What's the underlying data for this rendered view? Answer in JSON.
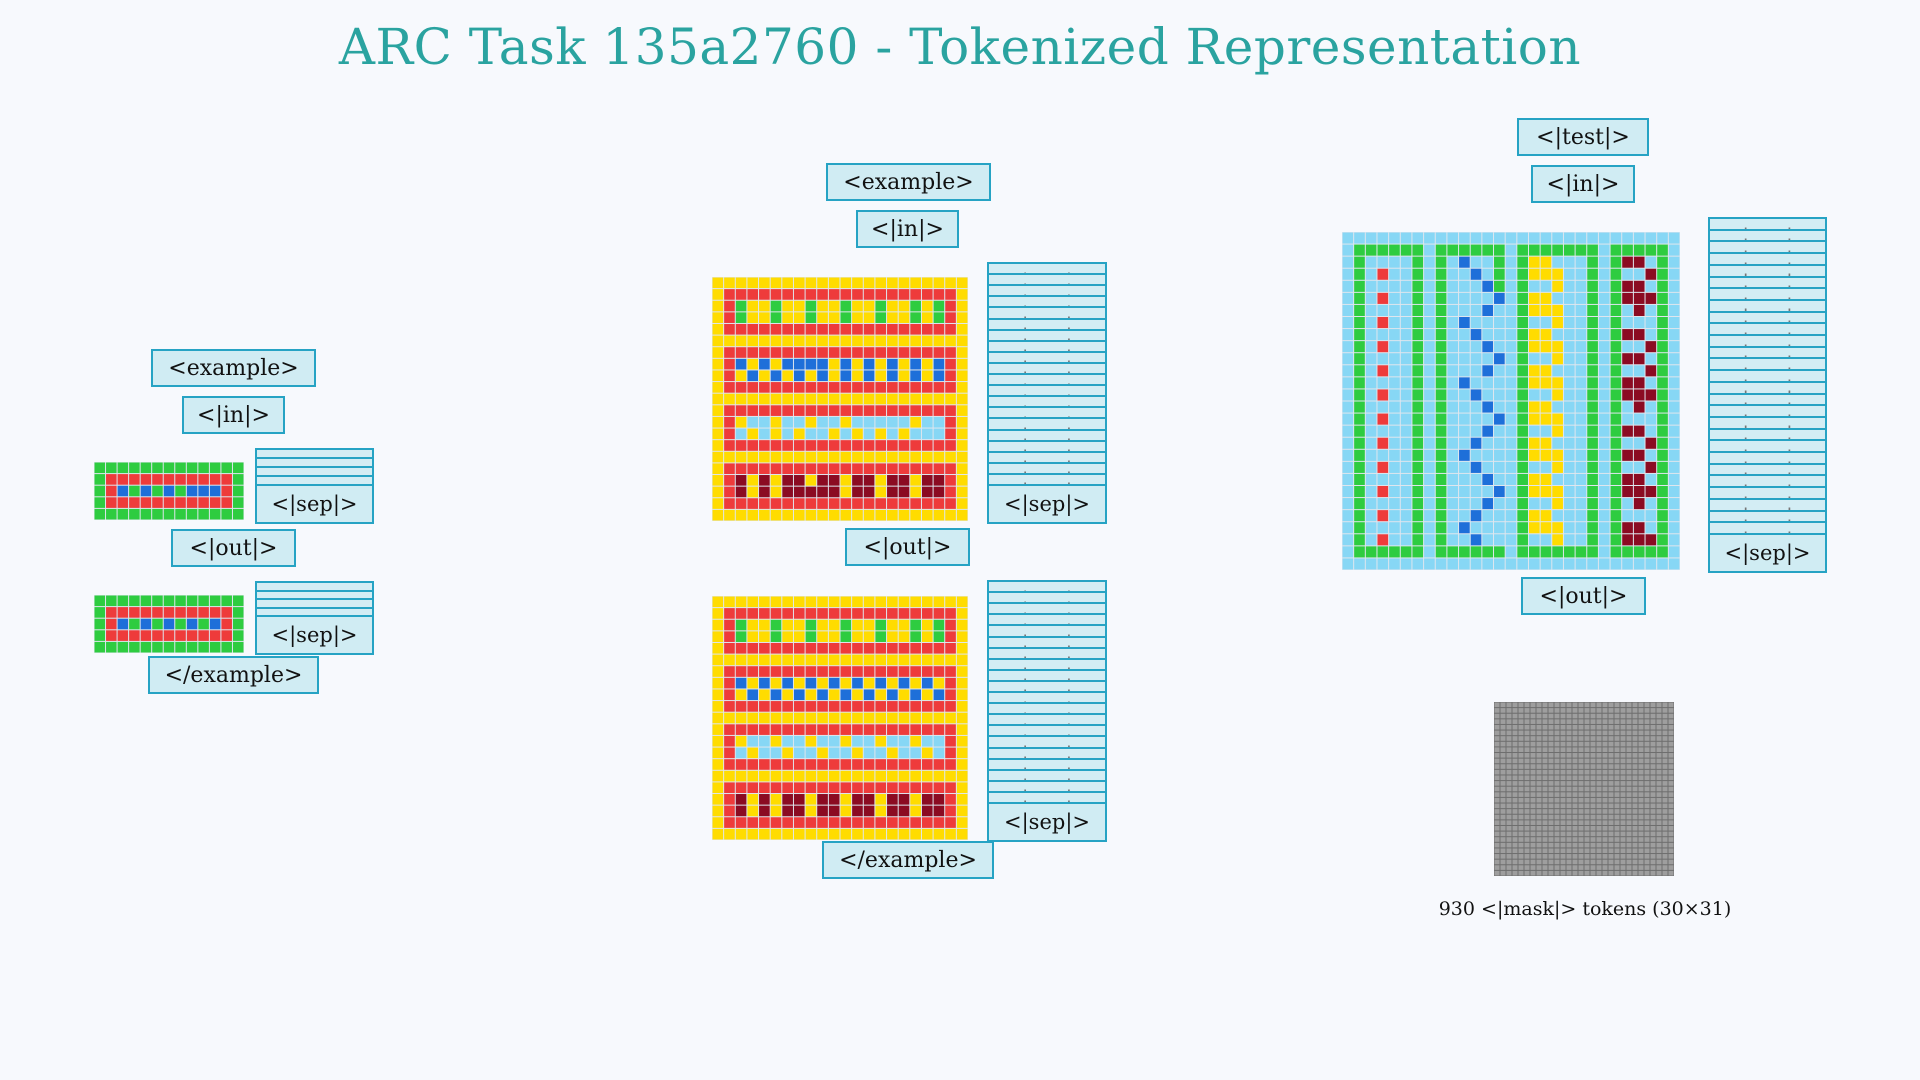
{
  "title": "ARC Task 135a2760 - Tokenized Representation",
  "tokens": {
    "example_open": "<example>",
    "example_close": "</example>",
    "in": "<|in|>",
    "out": "<|out|>",
    "test": "<|test|>",
    "sep": "<|sep|>"
  },
  "mask_caption": "930 <|mask|> tokens (30×31)",
  "palette": {
    "0": "#9e9e9e",
    "1": "#1e6fd9",
    "2": "#ee3b3b",
    "3": "#2ecc40",
    "4": "#ffdc00",
    "8": "#87d7f5",
    "9": "#8b0b22"
  },
  "mask_color": "#9e9e9e",
  "example1": {
    "input": [
      "3333333333333",
      "3222222222223",
      "3213131311123",
      "3222222222223",
      "3333333333333"
    ],
    "output": [
      "3333333333333",
      "3222222222223",
      "3213131313123",
      "3222222222223",
      "3333333333333"
    ]
  },
  "example2": {
    "input": [
      "4444444444444444444444",
      "4222222222222222222224",
      "4234434434434434434324",
      "4234434434434434434324",
      "4222222222222222222224",
      "4444444444444444444444",
      "4222222222222222222224",
      "4214141111414141414124",
      "4241414141414141414124",
      "4222222222222222222224",
      "4444444444444444444444",
      "4222222222222222222224",
      "4248848848848888848824",
      "4284848488484848488824",
      "4222222222222222222224",
      "4444444444444444444444",
      "4222222222222222222224",
      "4294949949949949949924",
      "4294949999949949949924",
      "4222222222222222222224",
      "4444444444444444444444"
    ],
    "output": [
      "4444444444444444444444",
      "4222222222222222222224",
      "4234434434434434434324",
      "4234434434434434434324",
      "4222222222222222222224",
      "4444444444444444444444",
      "4222222222222222222224",
      "4214141414141414141424",
      "4241414141414141414124",
      "4222222222222222222224",
      "4444444444444444444444",
      "4222222222222222222224",
      "4248848848848848848824",
      "4284884884884884884824",
      "4222222222222222222224",
      "4444444444444444444444",
      "4222222222222222222224",
      "4294949949949949949924",
      "4294949949949949949924",
      "4222222222222222222224",
      "4444444444444444444444"
    ]
  },
  "test": {
    "input": [
      "88888888888888888888888888888",
      "83333338333333833333338333338",
      "83888838381883834488838399838",
      "83828838388183834448838388938",
      "83888838388813838848838399838",
      "83828838388881834488838399938",
      "83888838388818834448838389838",
      "83828838381888838848838388838",
      "83888838388188834488838399838",
      "83828838388818834448838388938",
      "83888838388881838848838399838",
      "83828838388818834488838388938",
      "83888838381888834448838399838",
      "83828838388188838848838399938",
      "83888838388818834488838389838",
      "83828838388881834448838388838",
      "83888838388818838848838399838",
      "83828838388188834488838388938",
      "83888838381888834448838399838",
      "83828838388188838848838388938",
      "83888838388818834488838399838",
      "83828838388881834448838399938",
      "83888838388818838848838389838",
      "83828838388188834488838388838",
      "83888838381888834448838399838",
      "83828838388188838848838399938",
      "83333338333333833333338333338",
      "88888888888888888888888888888"
    ]
  }
}
